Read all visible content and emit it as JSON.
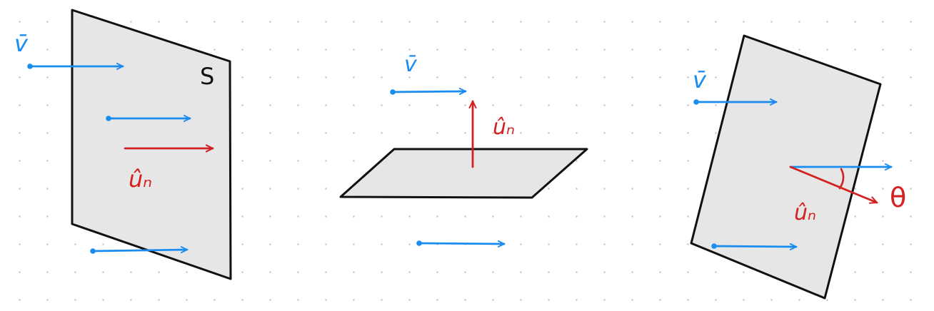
{
  "colors": {
    "vector": "#1a8cf0",
    "normal": "#d42020",
    "plane_fill": "#e6e6e6",
    "plane_stroke": "#111111",
    "grid_dot": "#c4c4c4"
  },
  "labels": {
    "velocity": "v̄",
    "normal": "ûₙ",
    "surface": "S",
    "angle": "θ"
  }
}
